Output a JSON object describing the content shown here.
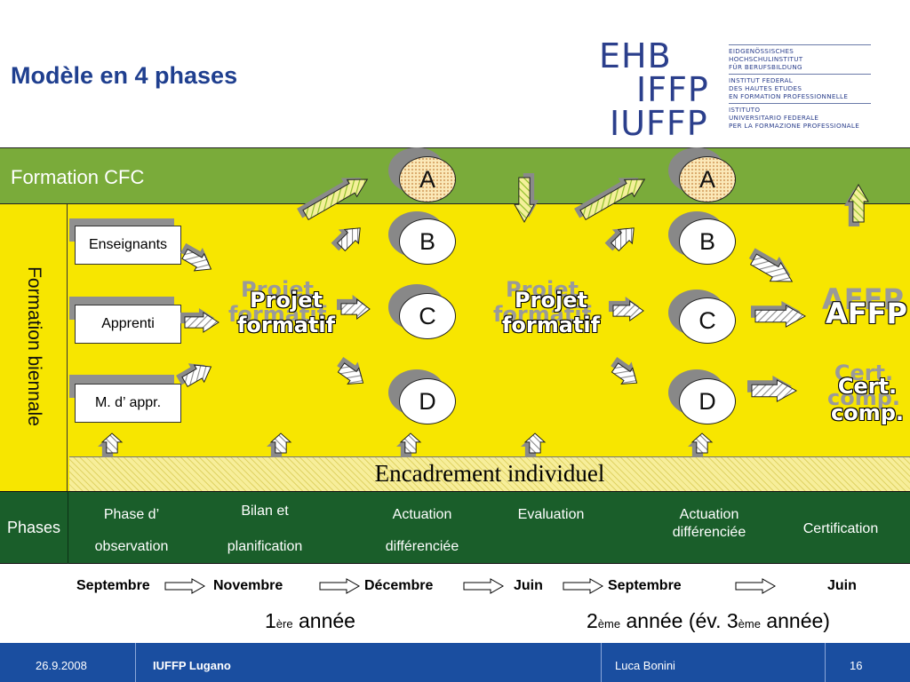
{
  "title": "Modèle en 4 phases",
  "logo": {
    "line1": "EHB",
    "line2": "IFFP",
    "line3": "IUFFP",
    "blocks": [
      [
        "EIDGENÖSSISCHES",
        "HOCHSCHULINSTITUT",
        "FÜR BERUFSBILDUNG"
      ],
      [
        "INSTITUT FEDERAL",
        "DES HAUTES ETUDES",
        "EN FORMATION PROFESSIONNELLE"
      ],
      [
        "ISTITUTO",
        "UNIVERSITARIO FEDERALE",
        "PER LA FORMAZIONE PROFESSIONALE"
      ]
    ]
  },
  "band_cfc": "Formation CFC",
  "vertical_label": "Formation biennale",
  "left_boxes": [
    "Enseignants",
    "Apprenti",
    "M. d’ appr."
  ],
  "circles": {
    "a": "A",
    "b": "B",
    "c": "C",
    "d": "D"
  },
  "projet": {
    "line1": "Projet",
    "line2": "formatif"
  },
  "afpp": "AFFP",
  "cert": {
    "line1": "Cert.",
    "line2": "comp."
  },
  "encadrement": "Encadrement individuel",
  "phases": {
    "label": "Phases",
    "items": [
      {
        "l1": "Phase d’",
        "l2": "observation"
      },
      {
        "l1": "Bilan et",
        "l2": "planification"
      },
      {
        "l1": "Actuation",
        "l2": "différenciée"
      },
      {
        "l1": "Evaluation",
        "l2": ""
      },
      {
        "l1": "Actuation",
        "l2": "différenciée"
      },
      {
        "l1": "Certification",
        "l2": ""
      }
    ]
  },
  "timeline": {
    "months": [
      "Septembre",
      "Novembre",
      "Décembre",
      "Juin",
      "Septembre",
      "Juin"
    ],
    "year1": {
      "num": "1",
      "sup": "ère",
      "text": " année"
    },
    "year2": {
      "num": "2",
      "sup": "ème",
      "text": " année (év. 3",
      "sup2": "ème",
      "text2": " année)"
    }
  },
  "footer": {
    "date": "26.9.2008",
    "org": "IUFFP Lugano",
    "author": "Luca Bonini",
    "page": "16"
  },
  "colors": {
    "cfc_band": "#7aab3a",
    "yellow_band": "#f7e600",
    "phases_band": "#1a5e2a",
    "footer": "#1a4ea0",
    "title": "#1f3f8f"
  }
}
